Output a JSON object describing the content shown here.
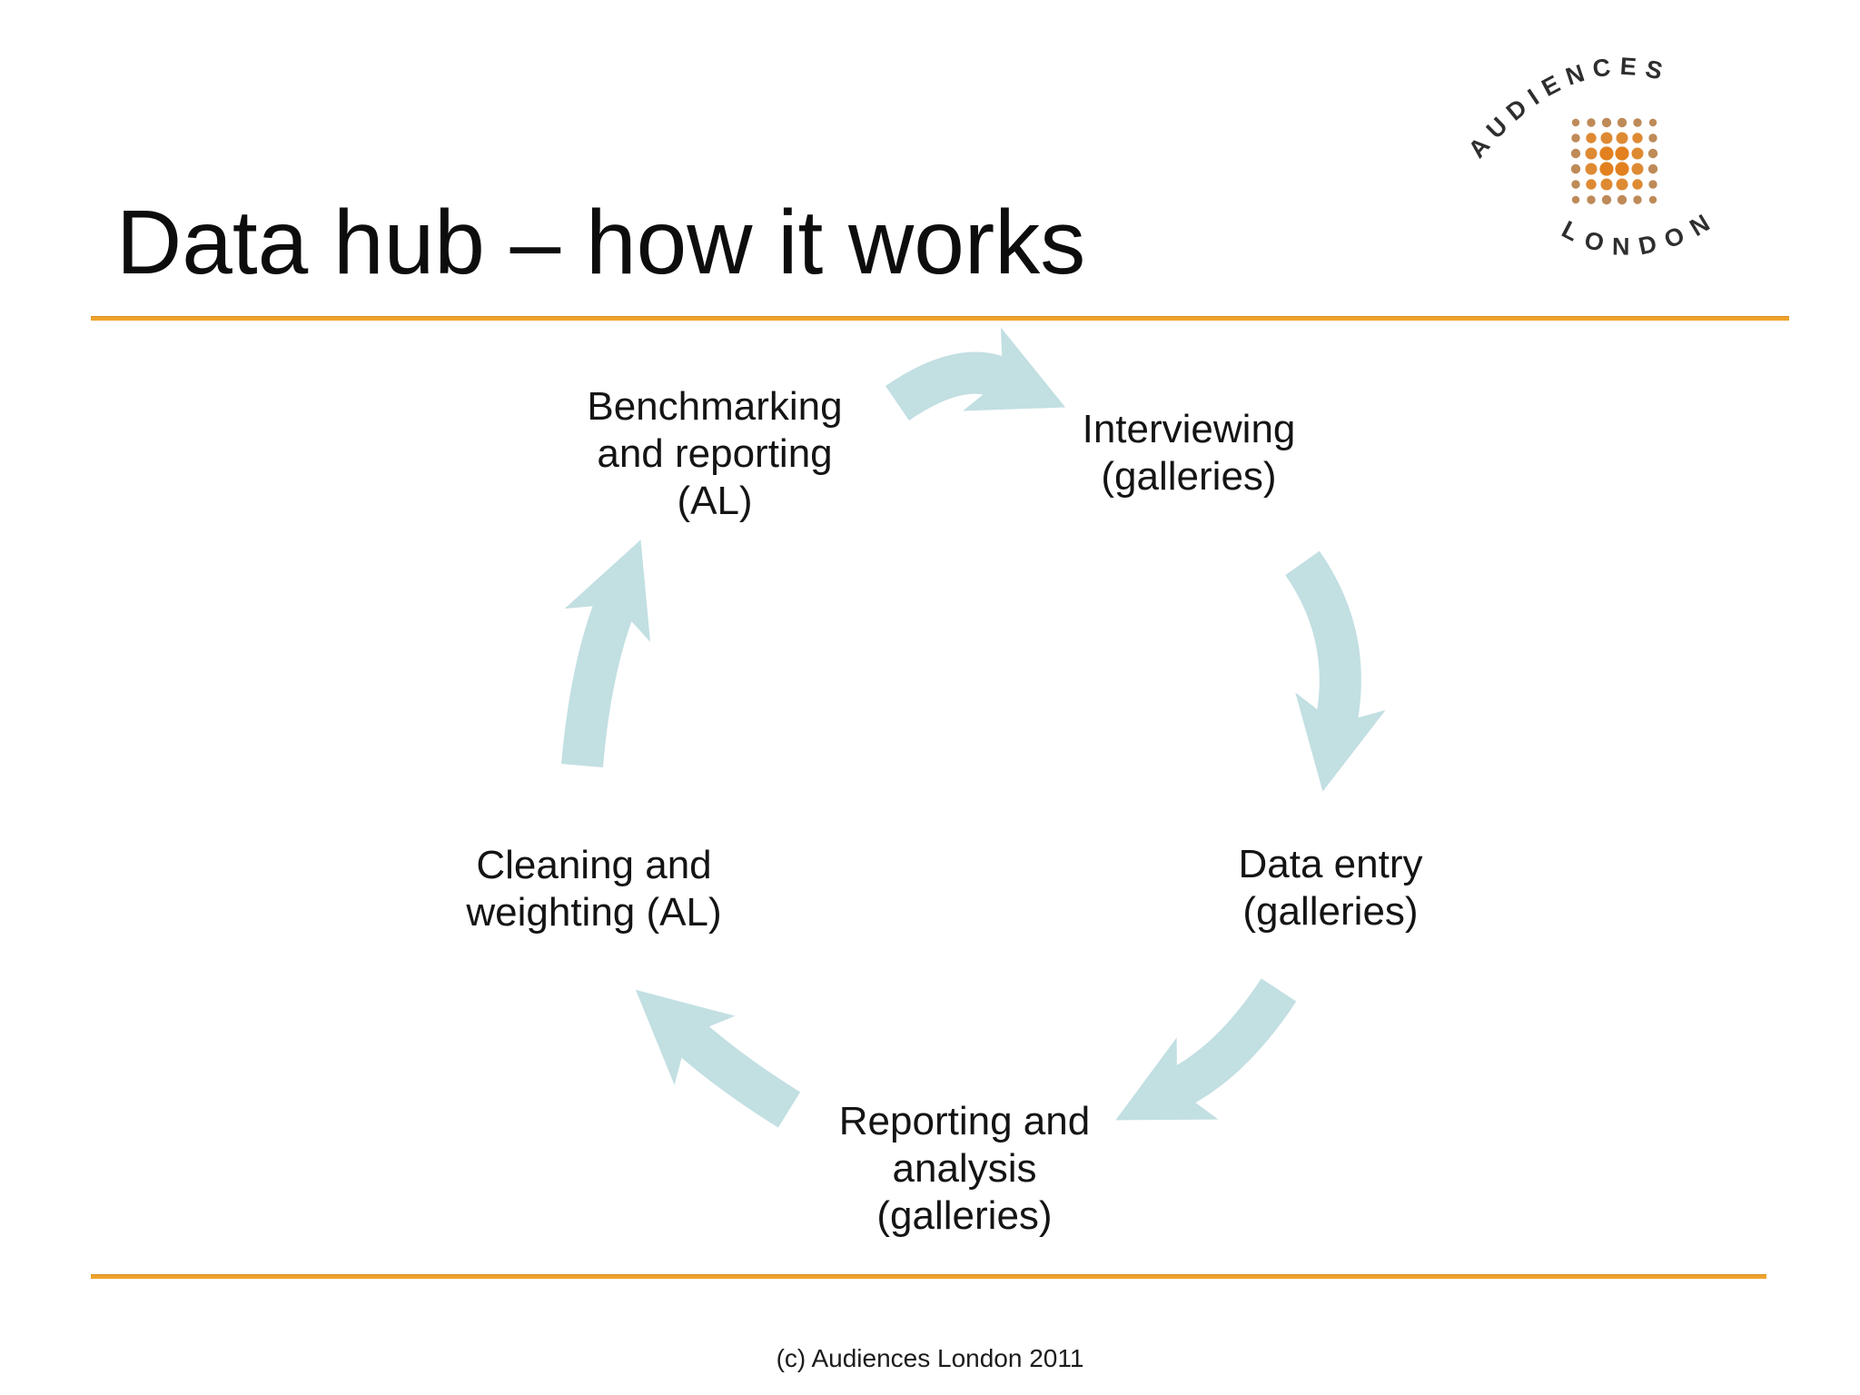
{
  "slide": {
    "title": "Data hub – how it works",
    "footer": "(c) Audiences London 2011"
  },
  "logo": {
    "arc_top": "AUDIENCES",
    "arc_bottom": "LONDON"
  },
  "cycle": {
    "nodes": [
      {
        "label": "Benchmarking and reporting (AL)",
        "lines": [
          "Benchmarking",
          "and reporting",
          "(AL)"
        ]
      },
      {
        "label": "Interviewing (galleries)",
        "lines": [
          "Interviewing",
          "(galleries)"
        ]
      },
      {
        "label": "Data entry (galleries)",
        "lines": [
          "Data entry",
          "(galleries)"
        ]
      },
      {
        "label": "Reporting and analysis (galleries)",
        "lines": [
          "Reporting and",
          "analysis",
          "(galleries)"
        ]
      },
      {
        "label": "Cleaning and weighting (AL)",
        "lines": [
          "Cleaning and",
          "weighting (AL)"
        ]
      }
    ]
  },
  "colors": {
    "arrow": "#C2DFE2",
    "accent_line": "#EFA32C",
    "logo_dot_core": "#E2801F",
    "logo_dot_mid": "#DE8A33",
    "logo_dot_edge": "#BE8A58",
    "text": "#141414"
  }
}
